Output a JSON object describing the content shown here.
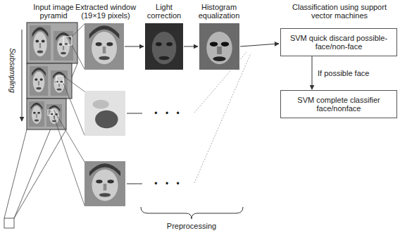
{
  "diagram": {
    "nodes": [
      {
        "text": [
          "SVM quick discard possible-face/non-face"
        ]
      },
      {
        "text": [
          "SVM complete classifier face/nonface"
        ]
      }
    ],
    "edges": [
      {
        "from": 0,
        "to": 1,
        "arrow": "to",
        "label": "If possible face"
      }
    ],
    "labels": [
      "Input image pyramid",
      "Extracted window (19×19 pixels)",
      "Light correction",
      "Histogram equalization",
      "Classification using support vector machines",
      "Subsampling",
      "• • •",
      "• • •",
      "Preprocessing"
    ]
  }
}
